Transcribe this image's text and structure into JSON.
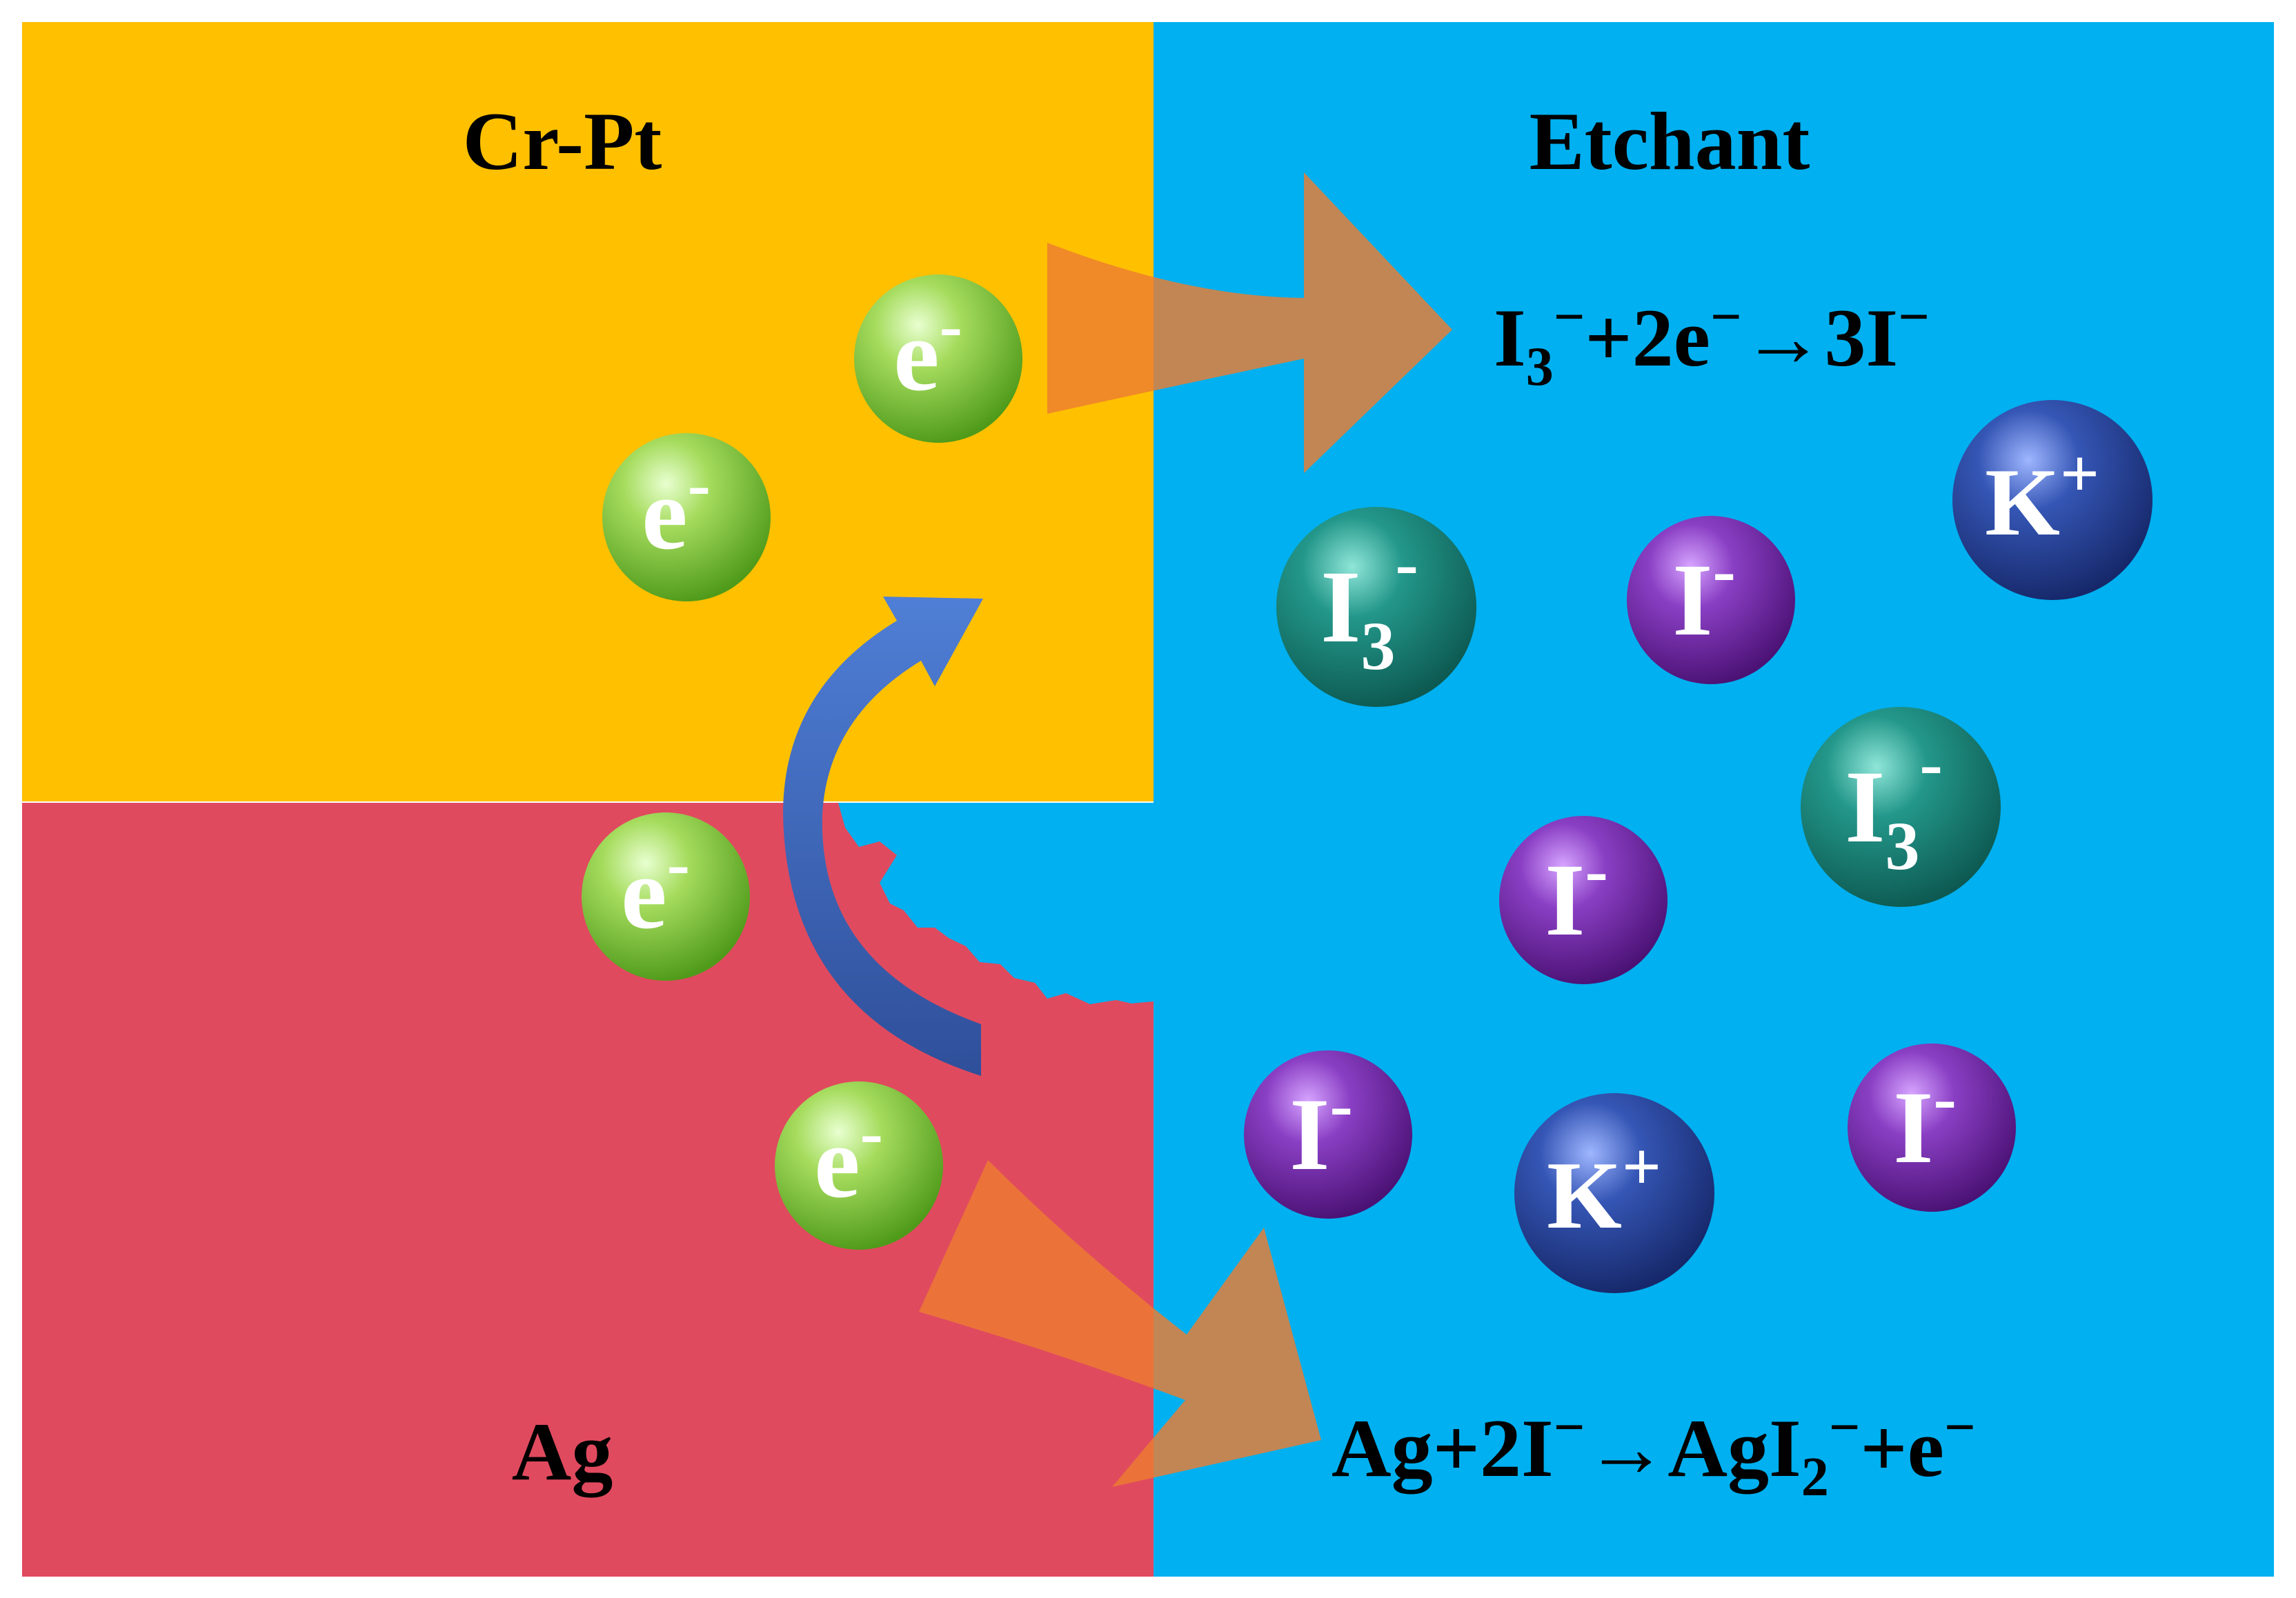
{
  "regions": {
    "crpt_label": "Cr-Pt",
    "ag_label": "Ag",
    "etchant_label": "Etchant"
  },
  "reactions": {
    "reduction": {
      "a": "I",
      "a_sub": "3",
      "a_sup": "−",
      "b": "+2e",
      "b_sup": "−",
      "c": "→3I",
      "c_sup": "−"
    },
    "oxidation": {
      "a": "Ag+2I",
      "a_sup": "−",
      "b": "→AgI",
      "b_sub": "2",
      "b_sup": "−",
      "c": "+e",
      "c_sup": "−"
    }
  },
  "particles": {
    "electron": {
      "base": "e",
      "sup": "-"
    },
    "iodide": {
      "base": "I",
      "sup": "-"
    },
    "triiodide": {
      "base": "I",
      "sub": "3",
      "sup": "-"
    },
    "potassium": {
      "base": "K",
      "sup": "+"
    }
  },
  "colors": {
    "crpt": "#FFC000",
    "ag": "#E04A5E",
    "etchant": "#00B0F0",
    "electron": "#92D050",
    "iodide": "#7030A0",
    "triiodide": "#1B8A7F",
    "potassium": "#2E4DA3",
    "arrow_orange": "#ED7D31",
    "arrow_blue": "#4472C4"
  }
}
